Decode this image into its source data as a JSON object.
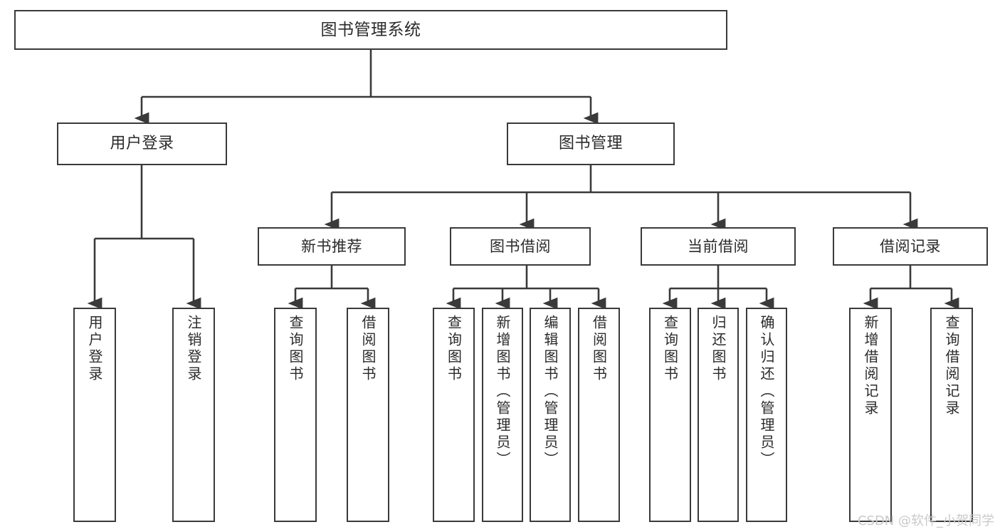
{
  "diagram": {
    "title": "图书管理系统",
    "type": "tree-hierarchy-chart",
    "watermark": "CSDN @软件_小贺同学",
    "stroke_color": "#3a3a3a",
    "background_color": "#ffffff",
    "text_color": "#2b2b2b"
  },
  "nodes": {
    "root": {
      "label": "图书管理系统"
    },
    "level2": [
      {
        "id": "user-login",
        "label": "用户登录"
      },
      {
        "id": "book-management",
        "label": "图书管理"
      }
    ],
    "level3": [
      {
        "id": "new-book-recommend",
        "label": "新书推荐"
      },
      {
        "id": "book-borrow",
        "label": "图书借阅"
      },
      {
        "id": "current-borrow",
        "label": "当前借阅"
      },
      {
        "id": "borrow-record",
        "label": "借阅记录"
      }
    ],
    "leaves": {
      "user-login": [
        {
          "id": "leaf-user-login",
          "label": "用户登录"
        },
        {
          "id": "leaf-logout-login",
          "label": "注销登录"
        }
      ],
      "new-book-recommend": [
        {
          "id": "leaf-query-book-1",
          "label": "查询图书"
        },
        {
          "id": "leaf-borrow-book-1",
          "label": "借阅图书"
        }
      ],
      "book-borrow": [
        {
          "id": "leaf-query-book-2",
          "label": "查询图书"
        },
        {
          "id": "leaf-add-book-admin",
          "label": "新增图书（管理员）"
        },
        {
          "id": "leaf-edit-book-admin",
          "label": "编辑图书（管理员）"
        },
        {
          "id": "leaf-borrow-book-2",
          "label": "借阅图书"
        }
      ],
      "current-borrow": [
        {
          "id": "leaf-query-book-3",
          "label": "查询图书"
        },
        {
          "id": "leaf-return-book",
          "label": "归还图书"
        },
        {
          "id": "leaf-confirm-return-admin",
          "label": "确认归还（管理员）"
        }
      ],
      "borrow-record": [
        {
          "id": "leaf-add-borrow-record",
          "label": "新增借阅记录"
        },
        {
          "id": "leaf-query-borrow-record",
          "label": "查询借阅记录"
        }
      ]
    }
  }
}
